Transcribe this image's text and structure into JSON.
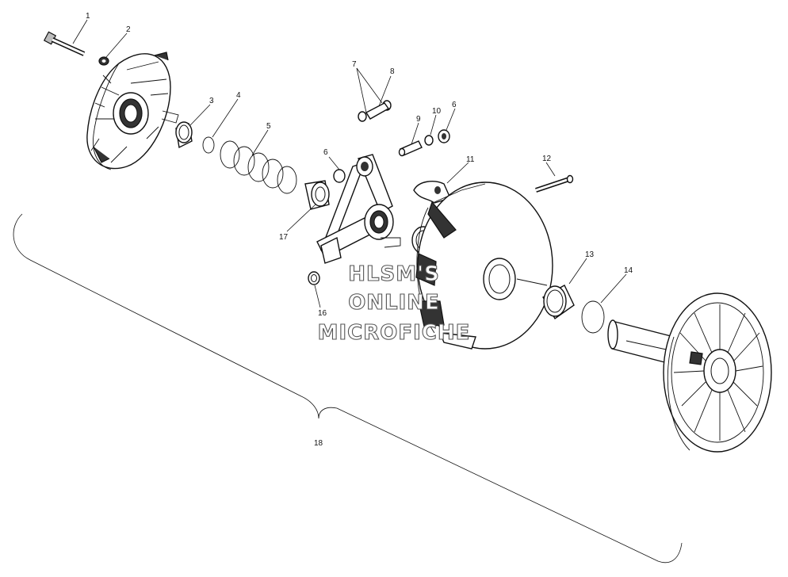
{
  "callouts": [
    "1",
    "2",
    "3",
    "4",
    "5",
    "6",
    "7",
    "8",
    "9",
    "10",
    "6",
    "11",
    "12",
    "13",
    "14",
    "16",
    "17",
    "18"
  ],
  "watermark": {
    "line1": "HLSM'S",
    "line2": "ONLINE",
    "line3": "MICROFICHE"
  }
}
